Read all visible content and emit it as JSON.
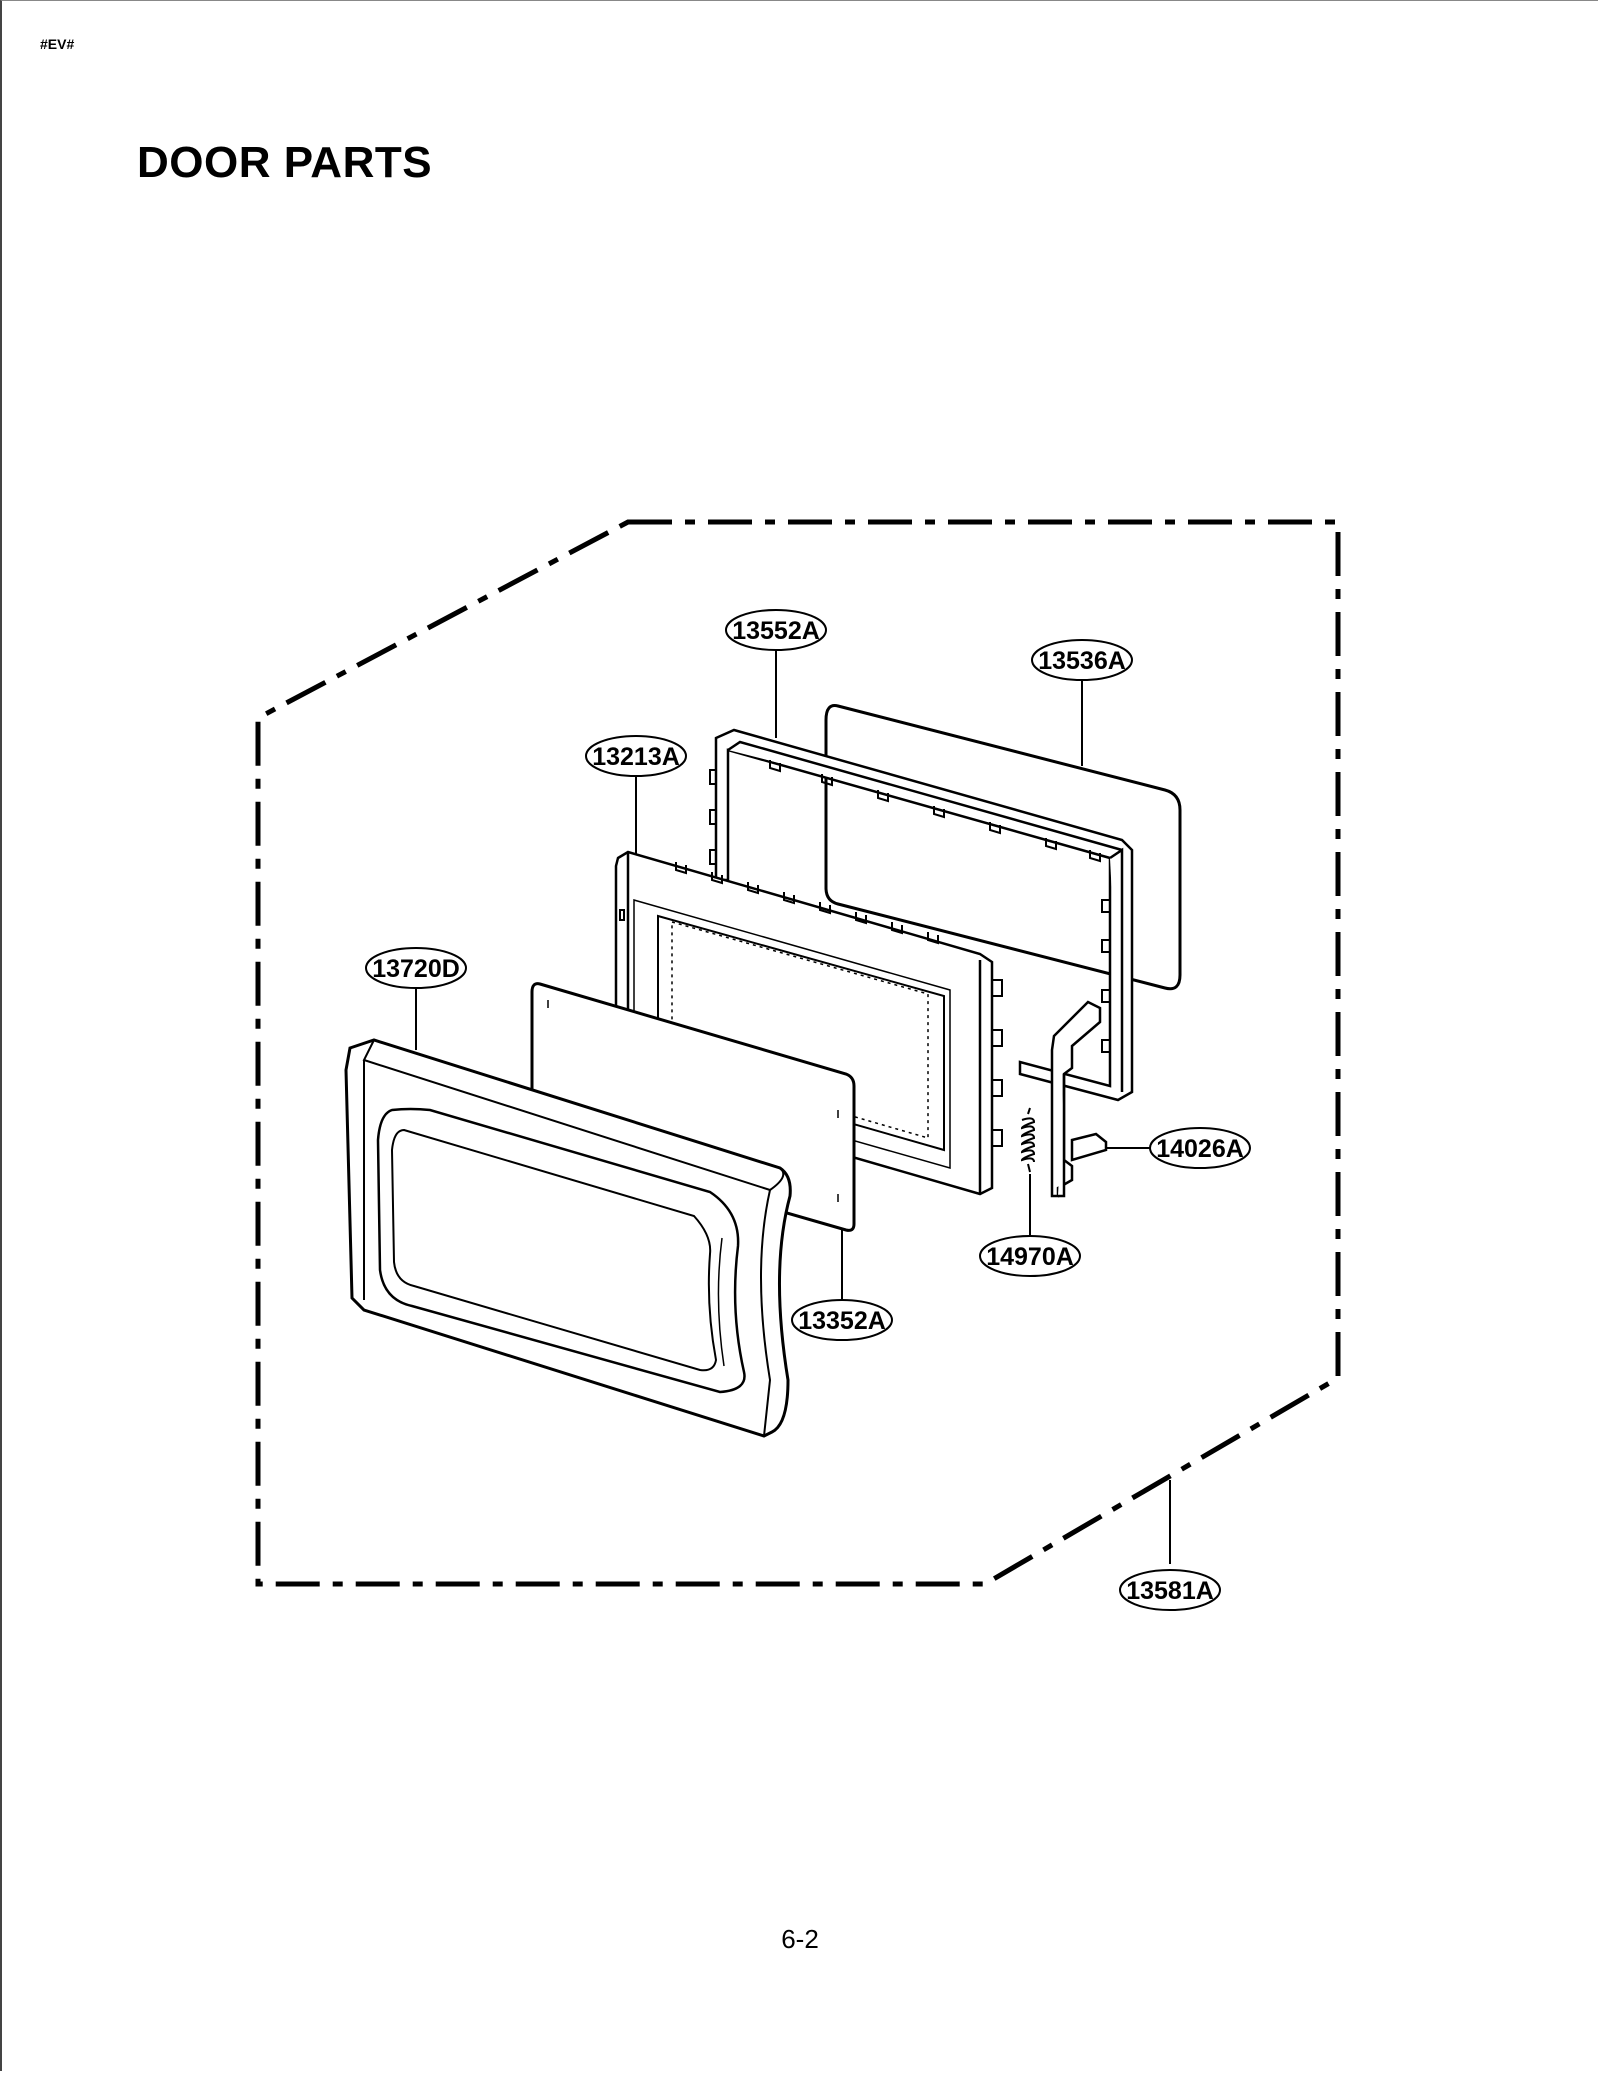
{
  "header": {
    "doc_code": "#EV#"
  },
  "title": "DOOR PARTS",
  "footer": {
    "page_number": "6-2"
  },
  "callouts": {
    "p13552A": "13552A",
    "p13536A": "13536A",
    "p13213A": "13213A",
    "p13720D": "13720D",
    "p14026A": "14026A",
    "p14970A": "14970A",
    "p13352A": "13352A",
    "p13581A": "13581A"
  }
}
